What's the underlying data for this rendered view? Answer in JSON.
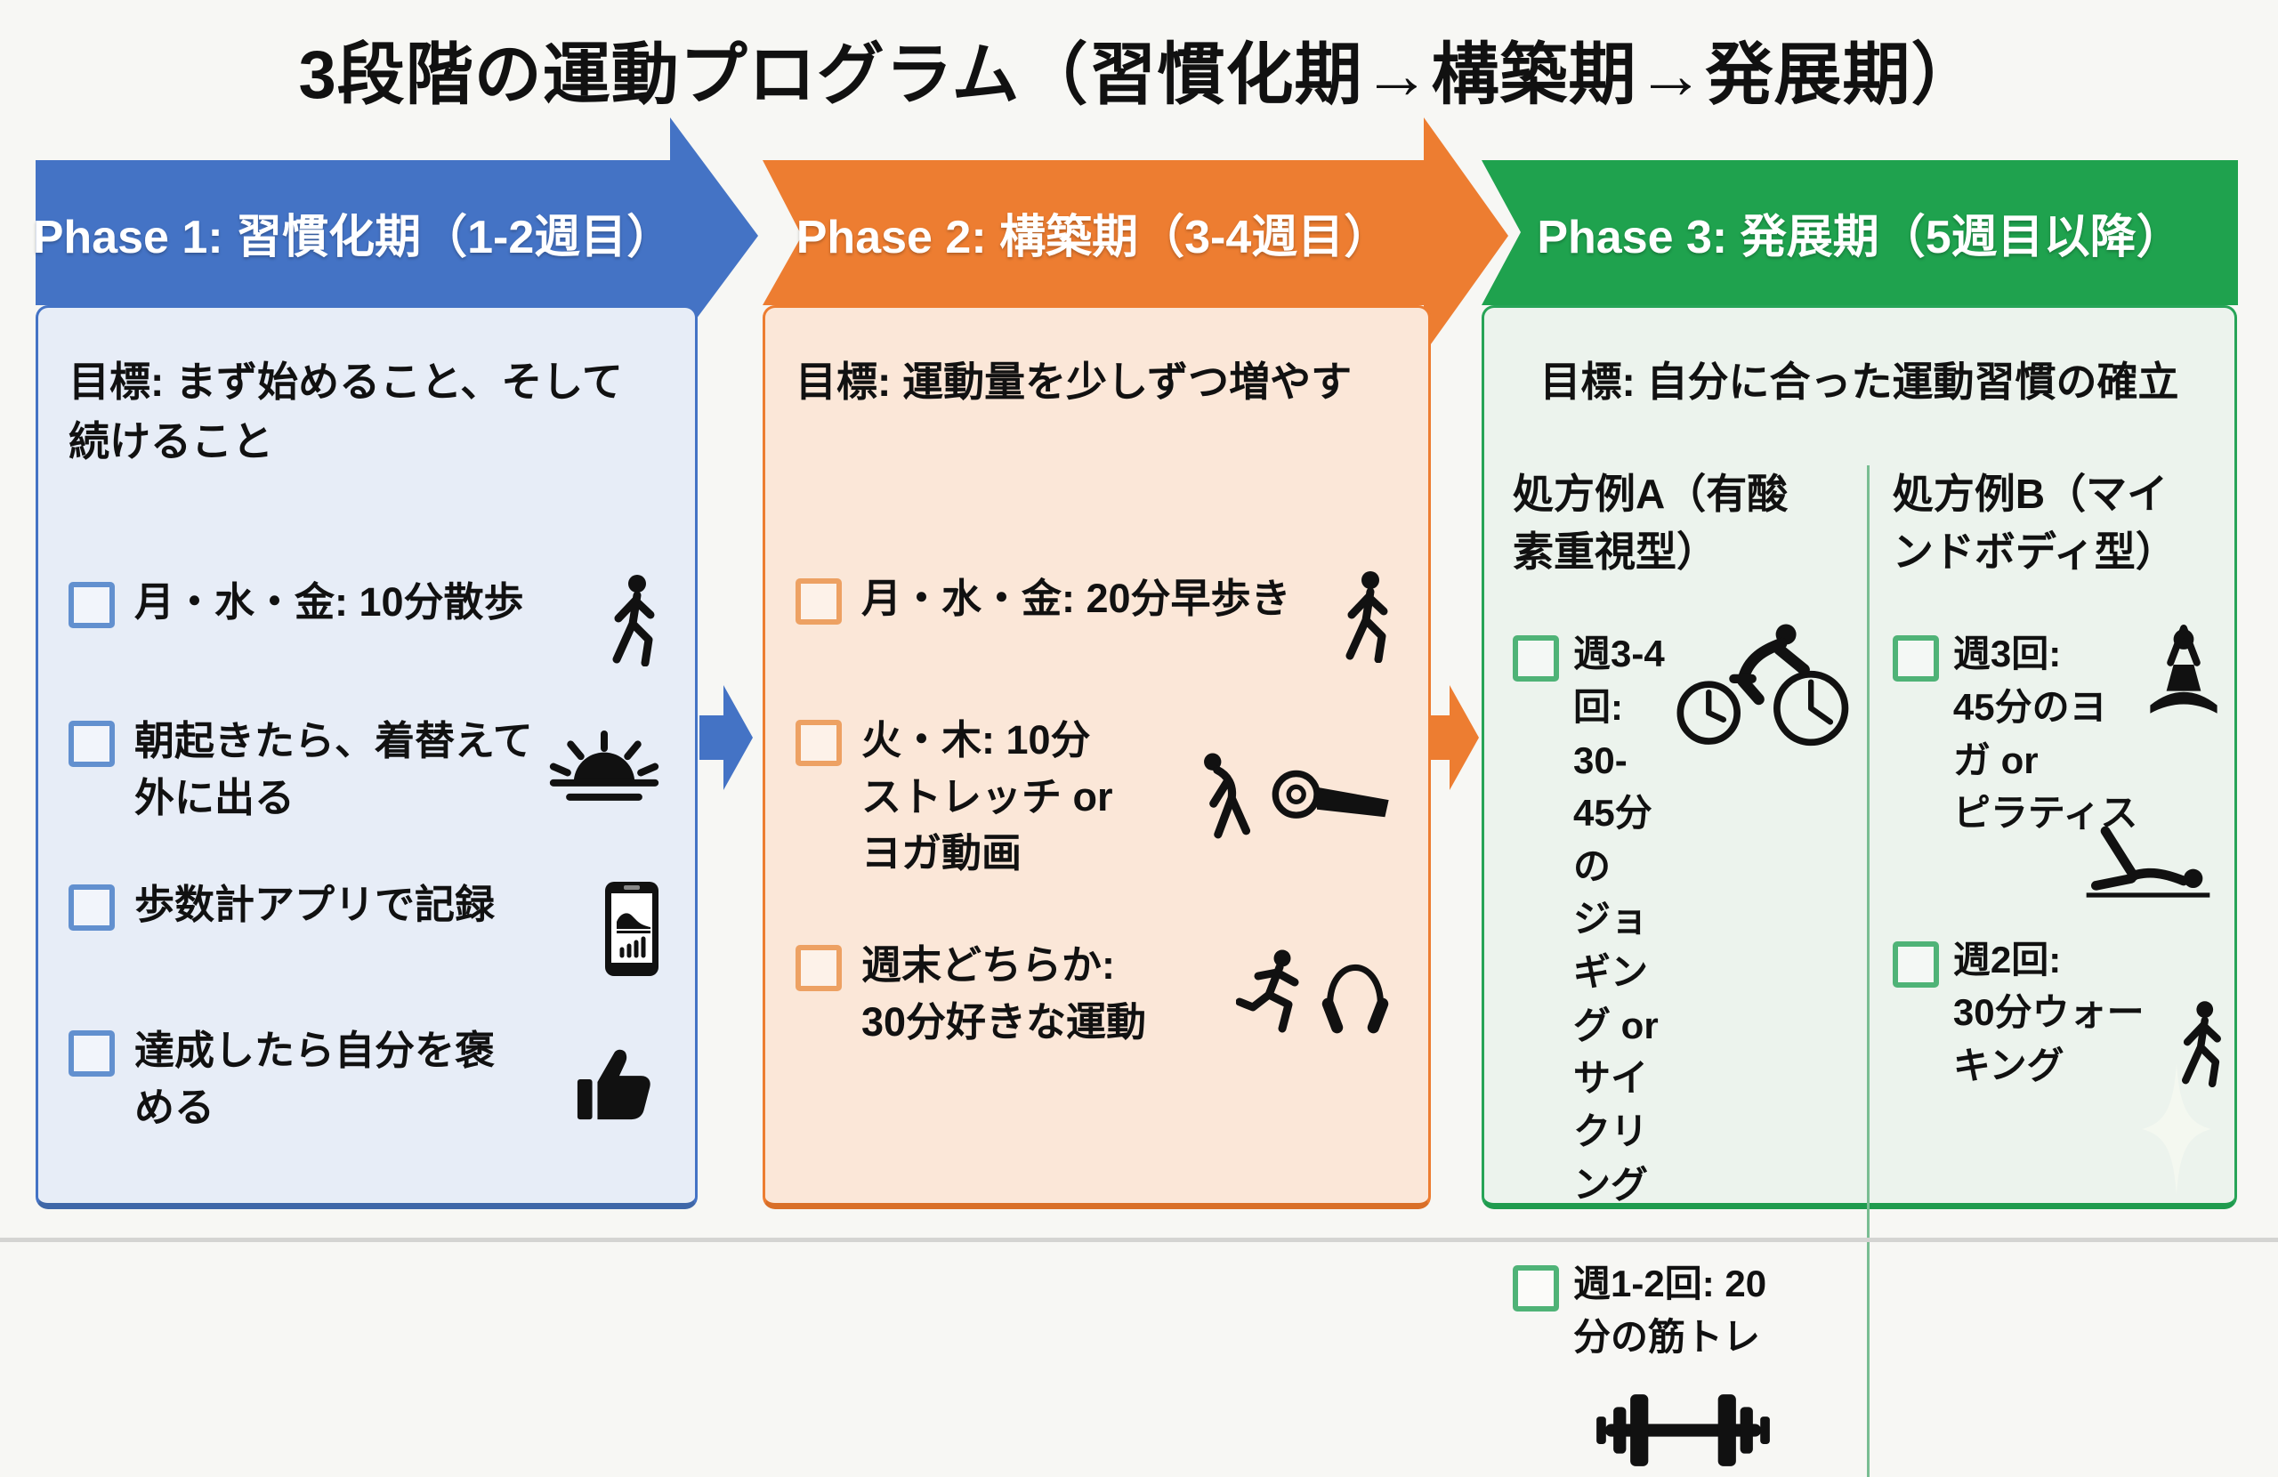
{
  "title": "3段階の運動プログラム（習慣化期→構築期→発展期）",
  "colors": {
    "phase1_blue": "#4473C5",
    "phase1_bg": "#E7EDF7",
    "phase2_orange": "#ED7D31",
    "phase2_bg": "#FBE7D8",
    "phase3_green": "#1FA24E",
    "phase3_bg": "#ECF3ED",
    "text": "#111111"
  },
  "phases": [
    {
      "header": "Phase 1: 習慣化期（1-2週目）",
      "goal": "目標: まず始めること、そして\n続けること",
      "items": [
        {
          "text": "月・水・金: 10分散歩",
          "checked": false,
          "icons": [
            "walking-icon"
          ]
        },
        {
          "text": "朝起きたら、着替えて\n外に出る",
          "checked": false,
          "icons": [
            "sunrise-icon"
          ]
        },
        {
          "text": "歩数計アプリで記録",
          "checked": false,
          "icons": [
            "pedometer-app-icon"
          ]
        },
        {
          "text": "達成したら自分を褒\nめる",
          "checked": false,
          "icons": [
            "thumbs-up-icon"
          ]
        }
      ]
    },
    {
      "header": "Phase 2: 構築期（3-4週目）",
      "goal": "目標: 運動量を少しずつ増やす",
      "items": [
        {
          "text": "月・水・金: 20分早歩き",
          "checked": false,
          "icons": [
            "walking-icon"
          ]
        },
        {
          "text": "火・木: 10分\nストレッチ or\nヨガ動画",
          "checked": false,
          "icons": [
            "stretch-icon",
            "yoga-mat-icon"
          ]
        },
        {
          "text": "週末どちらか:\n30分好きな運動",
          "checked": false,
          "icons": [
            "runner-icon",
            "jump-rope-icon"
          ]
        }
      ]
    },
    {
      "header": "Phase 3: 発展期（5週目以降）",
      "goal": "目標: 自分に合った運動習慣の確立",
      "plans": [
        {
          "heading": "処方例A（有酸\n素重視型）",
          "items": [
            {
              "text": "週3-4回:\n30-45分の\nジョギング or\nサイクリング",
              "checked": false,
              "icons": [
                "cycling-clock-icon"
              ]
            },
            {
              "text": "週1-2回: 20\n分の筋トレ",
              "checked": false,
              "icons": [
                "dumbbell-icon"
              ]
            }
          ]
        },
        {
          "heading": "処方例B（マイ\nンドボディ型）",
          "items": [
            {
              "text": "週3回:\n45分のヨガ or\nピラティス",
              "checked": false,
              "icons": [
                "yoga-pose-icon",
                "pilates-icon"
              ]
            },
            {
              "text": "週2回:\n30分ウォー\nキング",
              "checked": false,
              "icons": [
                "walking-icon"
              ]
            }
          ]
        }
      ],
      "decor": "sparkle-icon"
    }
  ]
}
